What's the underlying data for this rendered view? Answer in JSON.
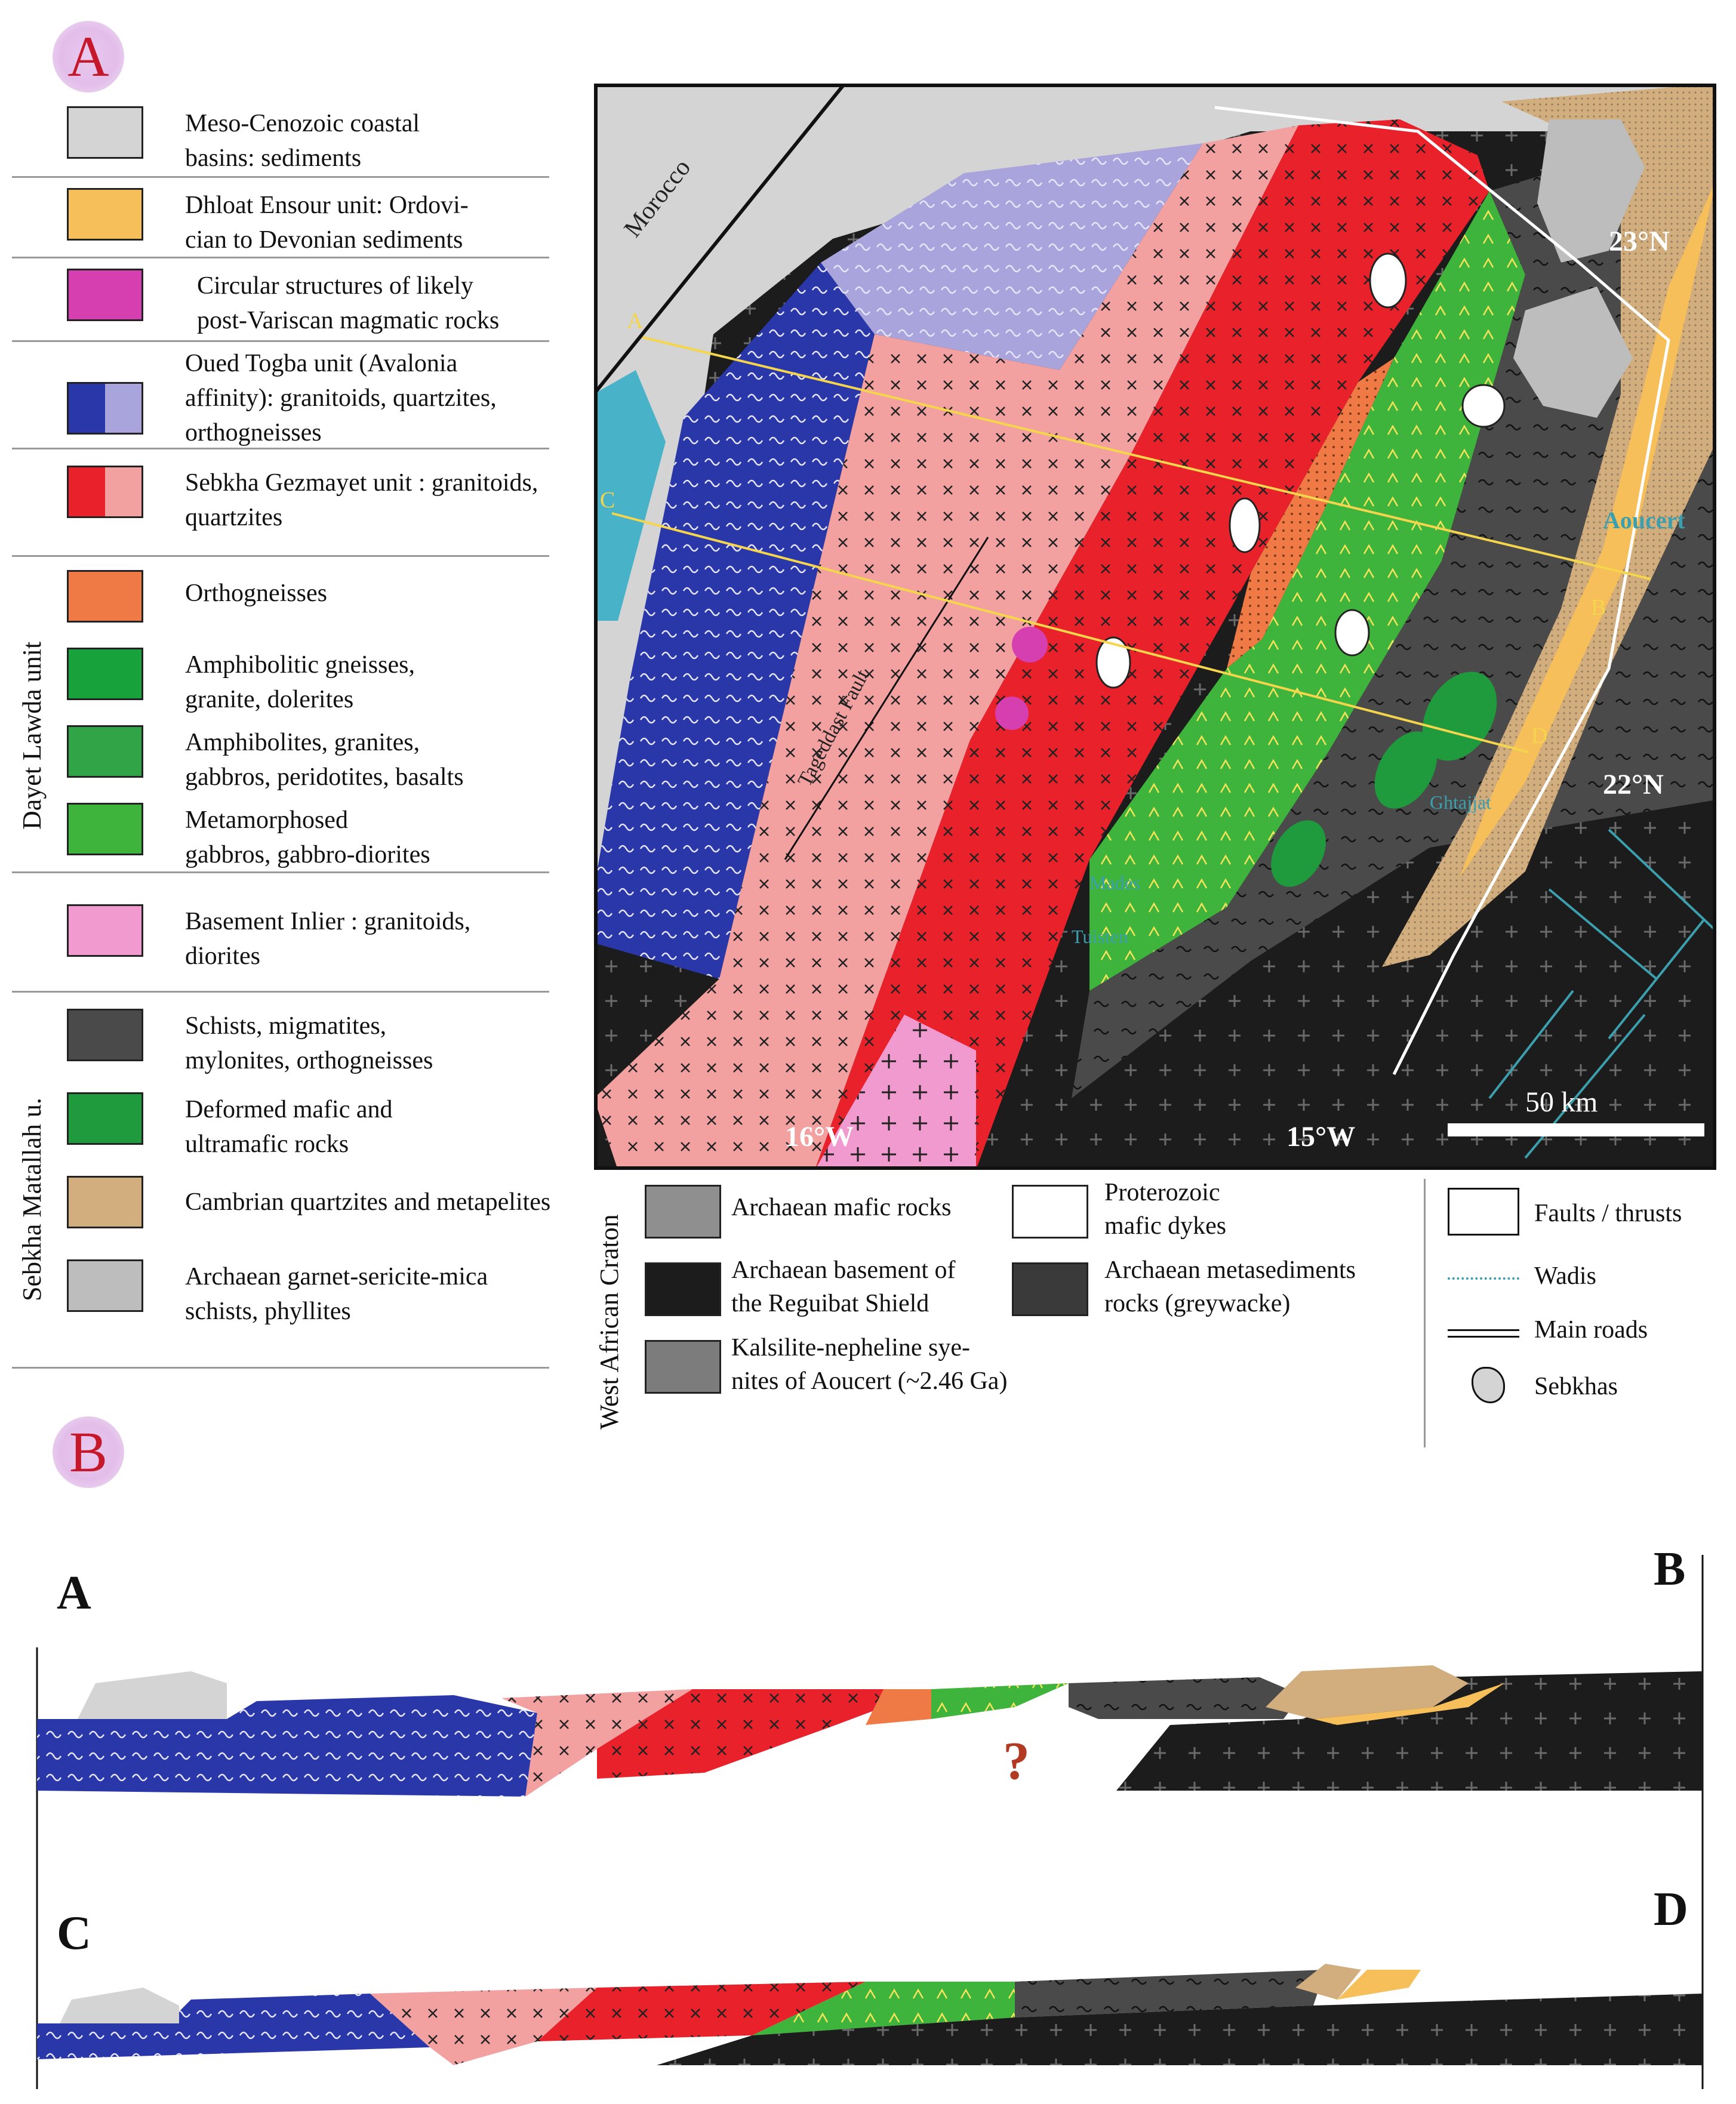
{
  "panel_a_label": "A",
  "panel_b_label": "B",
  "legend": {
    "items": [
      {
        "id": "coastal",
        "text": [
          "Meso-Cenozoic coastal",
          "basins: sediments"
        ],
        "color": "#d4d4d4"
      },
      {
        "id": "dhloat",
        "text": [
          "Dhloat Ensour unit: Ordovi-",
          "cian to Devonian sediments"
        ],
        "color": "#f7bf59"
      },
      {
        "id": "circular",
        "text": [
          "Circular structures of likely",
          "post-Variscan magmatic rocks"
        ],
        "color": "#d63fb0"
      },
      {
        "id": "togba",
        "text": [
          "Oued Togba unit (Avalonia",
          "affinity): granitoids, quartzites,",
          "orthogneisses"
        ],
        "color": "#2a37a8",
        "color2": "#a9a4dc"
      },
      {
        "id": "gezmayet",
        "text": [
          "Sebkha Gezmayet unit : granitoids,",
          "quartzites"
        ],
        "color": "#e8212b",
        "color2": "#f3a0a0"
      },
      {
        "id": "orthogneiss",
        "text": [
          "Orthogneisses"
        ],
        "color": "#f07a45"
      },
      {
        "id": "amphgneiss",
        "text": [
          "Amphibolitic gneisses,",
          "granite, dolerites"
        ],
        "color": "#17a23b"
      },
      {
        "id": "amphibolites",
        "text": [
          "Amphibolites, granites,",
          "gabbros, peridotites, basalts"
        ],
        "color": "#31a448"
      },
      {
        "id": "metagabbro",
        "text": [
          "Metamorphosed",
          "gabbros, gabbro-diorites"
        ],
        "color": "#3fb43c"
      },
      {
        "id": "basement",
        "text": [
          "Basement Inlier : granitoids,",
          "diorites"
        ],
        "color": "#f19ad0"
      },
      {
        "id": "schists",
        "text": [
          "Schists, migmatites,",
          "mylonites, orthogneisses"
        ],
        "color": "#4a4a4a"
      },
      {
        "id": "mafic",
        "text": [
          "Deformed mafic and",
          "ultramafic rocks"
        ],
        "color": "#1f9a3c"
      },
      {
        "id": "cambrian",
        "text": [
          "Cambrian quartzites and metapelites"
        ],
        "color": "#d2ad7d"
      },
      {
        "id": "archaean-schists",
        "text": [
          "Archaean garnet-sericite-mica",
          "schists, phyllites"
        ],
        "color": "#bdbdbd"
      }
    ],
    "group_labels": {
      "dayet": "Dayet Lawda unit",
      "matallah": "Sebkha Matallah u.",
      "wac": "West African Craton"
    }
  },
  "map": {
    "inset_country": "Morocco",
    "fault_name": "Tageddast Fault",
    "latitudes": [
      "23°N",
      "22°N"
    ],
    "longitudes": [
      "16°W",
      "15°W"
    ],
    "places": [
      "Aoucert",
      "Ghtajjat",
      "Mades",
      "Tuisten"
    ],
    "section_ends": [
      "A",
      "B",
      "C",
      "D"
    ],
    "scale_bar": "50 km"
  },
  "wac_legend": [
    {
      "id": "arch-mafic",
      "text": [
        "Archaean mafic rocks"
      ],
      "color": "#8f8f8f"
    },
    {
      "id": "arch-base",
      "text": [
        "Archaean basement of",
        "the Reguibat Shield"
      ],
      "color": "#1c1c1c"
    },
    {
      "id": "kalsilite",
      "text": [
        "Kalsilite-nepheline sye-",
        "nites of Aoucert (~2.46 Ga)"
      ],
      "color": "#7c7c7c"
    },
    {
      "id": "dykes",
      "text": [
        "Proterozoic",
        "mafic dykes"
      ],
      "color": "#3c9fae"
    },
    {
      "id": "greywacke",
      "text": [
        "Archaean metasediments",
        "rocks (greywacke)"
      ],
      "color": "#3a3a3a"
    }
  ],
  "symbols": [
    {
      "id": "faults",
      "text": "Faults / thrusts"
    },
    {
      "id": "wadis",
      "text": "Wadis"
    },
    {
      "id": "roads",
      "text": "Main roads"
    },
    {
      "id": "sebkhas",
      "text": "Sebkhas"
    }
  ],
  "sections": {
    "ab": {
      "left": "A",
      "right": "B",
      "question": "?"
    },
    "cd": {
      "left": "C",
      "right": "D"
    }
  }
}
